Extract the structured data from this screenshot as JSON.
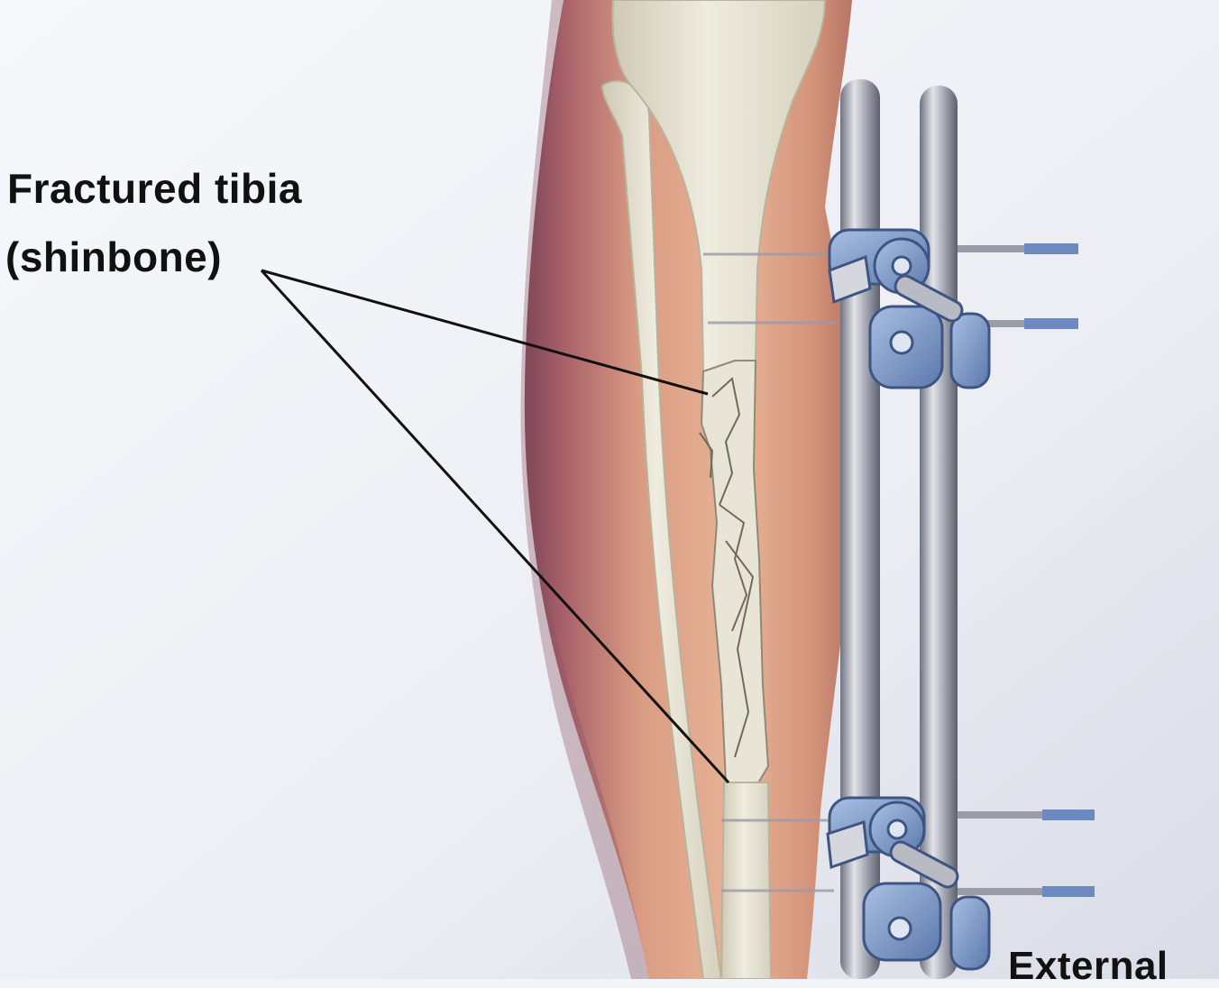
{
  "labels": {
    "fractured_tibia_line1": "Fractured tibia",
    "fractured_tibia_line2": "(shinbone)",
    "external_fixator_partial": "External"
  },
  "colors": {
    "background": "#f3f4f8",
    "skin": "#e0a88a",
    "skin_shadow": "#8a4f5e",
    "bone": "#e6e2d2",
    "rod_metal": "#a7a9b2",
    "clamp_blue": "#7d9bc9",
    "leader_line": "#111111"
  },
  "icons": [
    "tibia-bone",
    "fibula-bone",
    "external-fixator-rod",
    "fixator-clamp",
    "fixator-pin"
  ]
}
